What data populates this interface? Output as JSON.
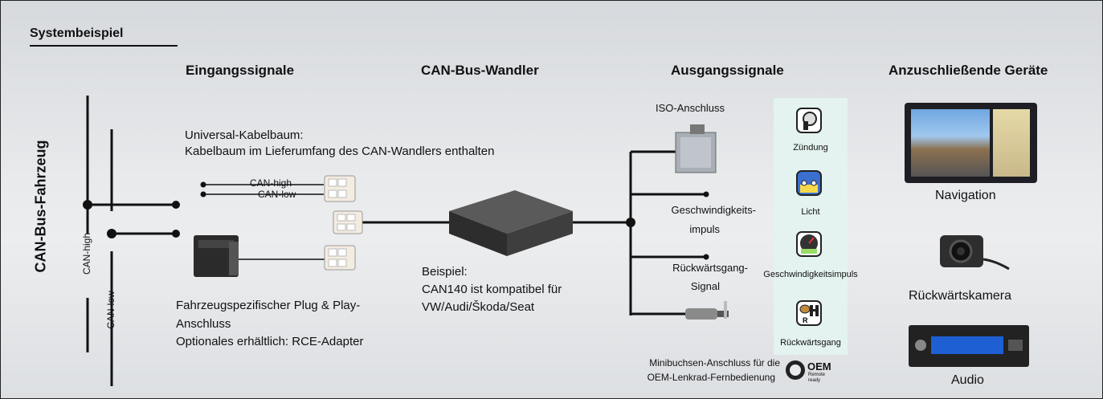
{
  "title": "Systembeispiel",
  "headers": {
    "input": "Eingangssignale",
    "converter": "CAN-Bus-Wandler",
    "output": "Ausgangssignale",
    "devices": "Anzuschließende Geräte"
  },
  "vehicle": {
    "label": "CAN-Bus-Fahrzeug",
    "can_high": "CAN-high",
    "can_low": "CAN-low"
  },
  "input": {
    "harness_title": "Universal-Kabelbaum:",
    "harness_desc": "Kabelbaum im Lieferumfang des CAN-Wandlers enthalten",
    "wire_high": "CAN-high",
    "wire_low": "CAN-low",
    "plug_lines": [
      "Fahrzeugspezifischer Plug & Play-",
      "Anschluss",
      "Optionales erhältlich: RCE-Adapter"
    ]
  },
  "converter": {
    "example_title": "Beispiel:",
    "example_lines": [
      "CAN140 ist kompatibel für",
      "VW/Audi/Škoda/Seat"
    ]
  },
  "outputs": {
    "iso": "ISO-Anschluss",
    "speed": [
      "Geschwindigkeits-",
      "impuls"
    ],
    "reverse": [
      "Rückwärtsgang-",
      "Signal"
    ],
    "minijack": [
      "Minibuchsen-Anschluss für die",
      "OEM-Lenkrad-Fernbedienung"
    ]
  },
  "signals": [
    {
      "label": "Zündung",
      "icon": "ignition-key-icon"
    },
    {
      "label": "Licht",
      "icon": "car-light-icon"
    },
    {
      "label": "Geschwindigkeitsimpuls",
      "icon": "speedometer-icon"
    },
    {
      "label": "Rückwärtsgang",
      "icon": "reverse-gear-icon"
    }
  ],
  "oem_badge": {
    "main": "OEM",
    "sub": "Remote ready"
  },
  "devices": [
    {
      "label": "Navigation",
      "icon": "navigation-screen-icon"
    },
    {
      "label": "Rückwärtskamera",
      "icon": "rear-camera-icon"
    },
    {
      "label": "Audio",
      "icon": "car-radio-icon"
    }
  ]
}
